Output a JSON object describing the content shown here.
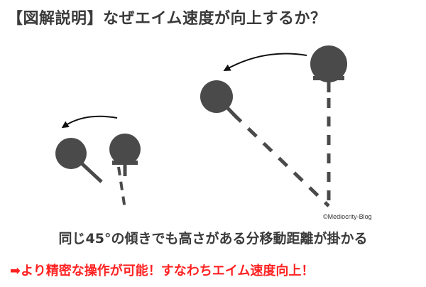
{
  "title": "【図解説明】なぜエイム速度が向上するか？",
  "credit": "©Mediocrity-Blog",
  "caption": "同じ45°の傾きでも高さがある分移動距離が掛かる",
  "conclusion": {
    "arrow_glyph": "➡",
    "text": "より精密な操作が可能！すなわちエイム速度向上！"
  },
  "colors": {
    "figure": "#4a4a4a",
    "text": "#3a3a3a",
    "highlight": "#ff2222",
    "background": "#ffffff"
  },
  "diagram": {
    "small_example": "short figure tilted 45° — short travel",
    "large_example": "tall figure tilted 45° — long travel"
  }
}
